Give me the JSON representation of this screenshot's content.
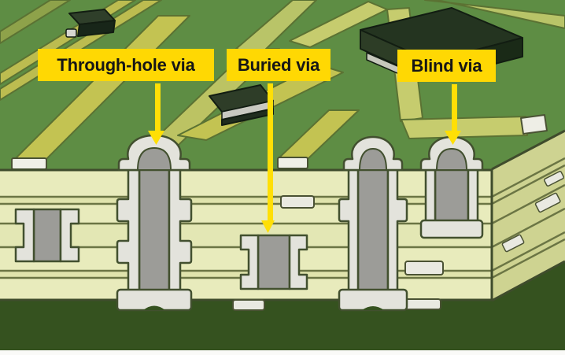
{
  "diagram": {
    "kind": "pcb-via-types-cross-section-illustration",
    "labels": [
      {
        "id": "through-hole-via",
        "text": "Through-hole via"
      },
      {
        "id": "buried-via",
        "text": "Buried via"
      },
      {
        "id": "blind-via",
        "text": "Blind via"
      }
    ],
    "elements": [
      "board-top-surface",
      "copper-traces",
      "chip-components",
      "board-cross-section",
      "substrate-layers",
      "through-hole-via",
      "buried-via",
      "blind-via",
      "via-pads",
      "board-side-face"
    ],
    "colors": {
      "label_background": "#FFD803",
      "label_text": "#161616",
      "arrow_yellow": "#FFDF06",
      "board_top_green": "#5E8D44",
      "background_dark_green": "#35521F",
      "substrate_cream": "#E8EBBC",
      "side_face_khaki": "#CED391",
      "via_plating_white": "#E3E3DC",
      "via_barrel_gray": "#9C9C98",
      "trace_yellow": "#C3C352",
      "outline_dark": "#42502F"
    }
  }
}
